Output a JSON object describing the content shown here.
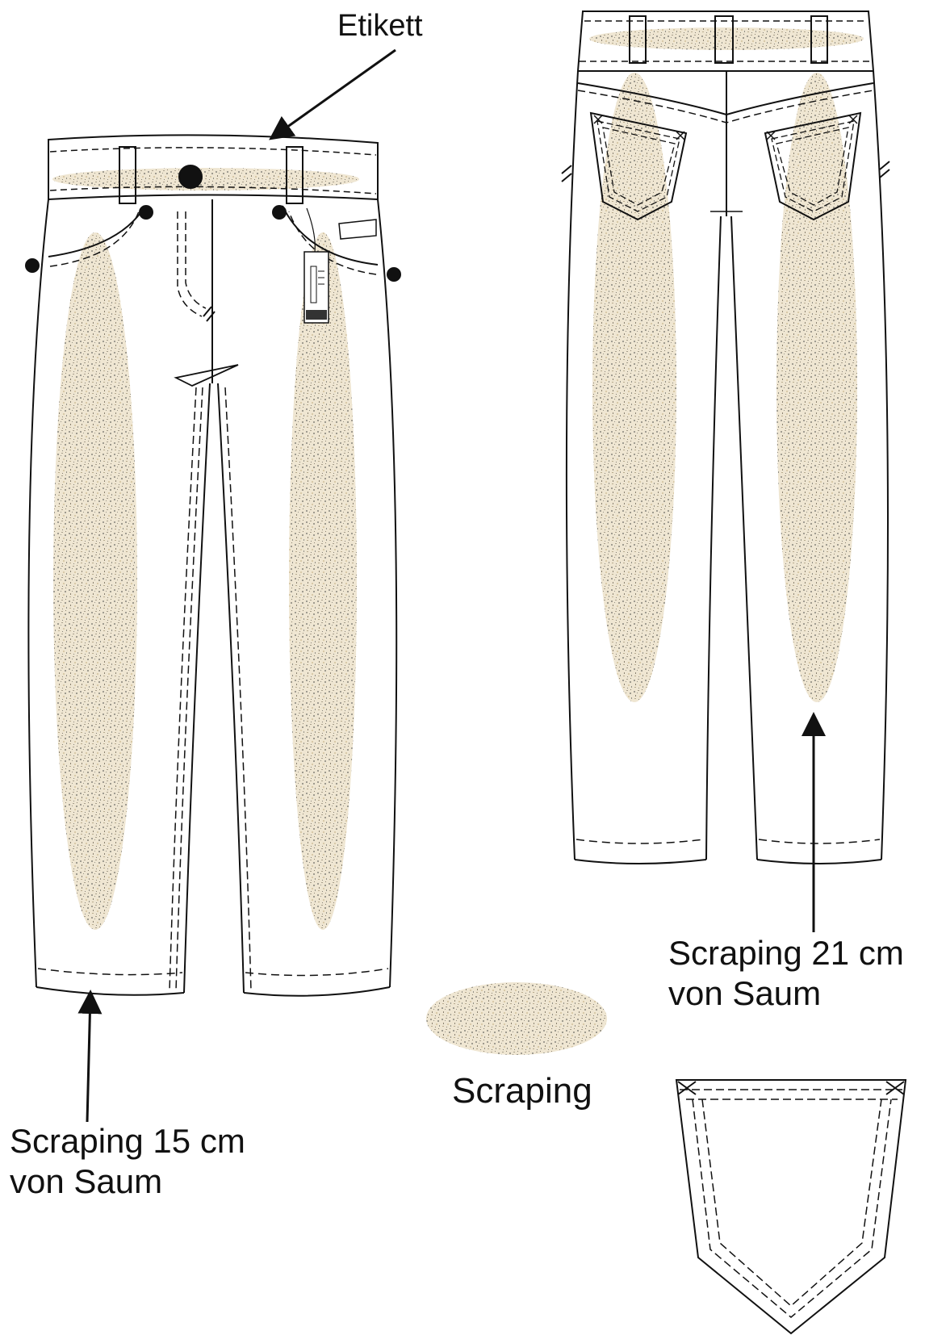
{
  "labels": {
    "etikett": "Etikett",
    "front_scraping_line1": "Scraping 15 cm",
    "front_scraping_line2": "von Saum",
    "back_scraping_line1": "Scraping 21 cm",
    "back_scraping_line2": "von Saum",
    "legend_scraping": "Scraping"
  },
  "colors": {
    "line": "#111111",
    "scraping_base": "#efe6d2",
    "scraping_speck_dark": "#6b6b66",
    "scraping_speck_light": "#d8c9a8",
    "rivet": "#111111"
  },
  "icons": {
    "hang_tag": "hang-tag-icon",
    "rivet": "rivet-icon",
    "bar_tack": "bar-tack-icon"
  }
}
